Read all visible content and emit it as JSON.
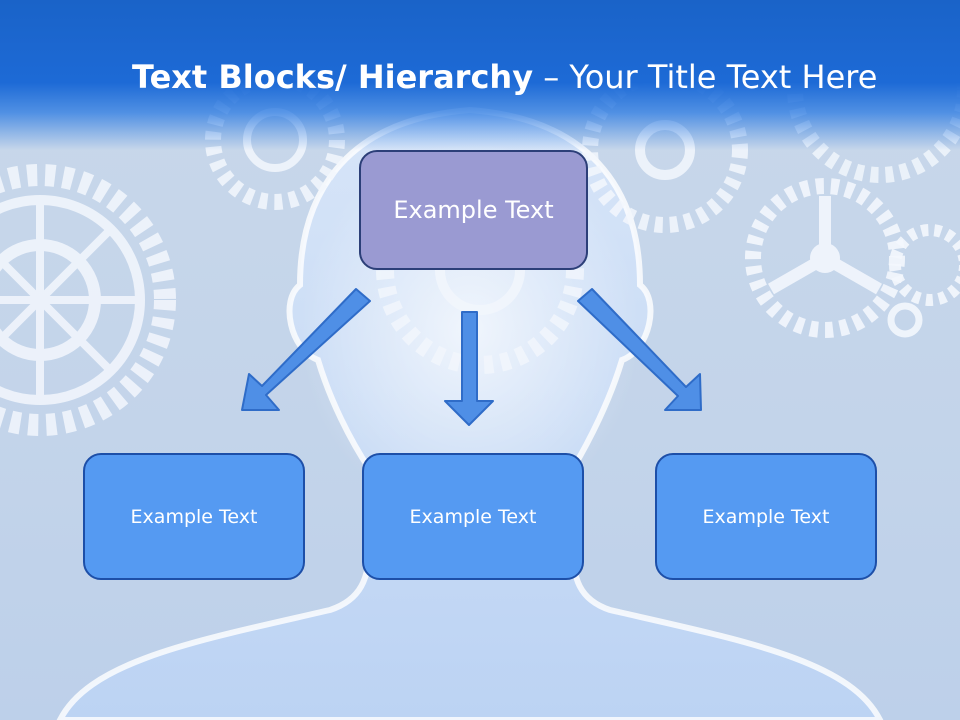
{
  "slide": {
    "title_bold": "Text Blocks/ Hierarchy",
    "title_rest": " – Your Title Text Here"
  },
  "hierarchy": {
    "top": "Example Text",
    "children": [
      "Example Text",
      "Example Text",
      "Example Text"
    ]
  },
  "colors": {
    "header": "#1d6ad6",
    "top_box": "#9a9ad2",
    "child_box": "#559af2",
    "arrow": "#4f8fe6"
  },
  "icons": [
    "gear-icon",
    "head-silhouette",
    "down-arrow-icon"
  ]
}
